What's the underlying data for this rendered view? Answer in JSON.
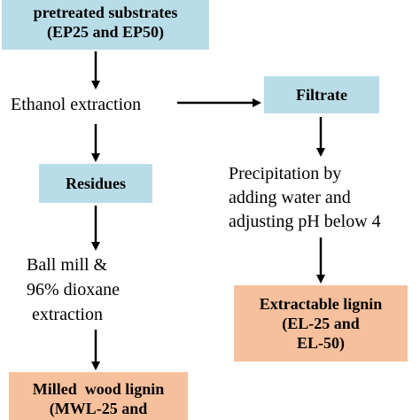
{
  "nodes": {
    "pretreated": {
      "line1": "pretreated substrates",
      "line2": "(EP25 and EP50)"
    },
    "ethanol_extraction": "Ethanol extraction",
    "filtrate": "Filtrate",
    "residues": "Residues",
    "precipitation": {
      "line1": "Precipitation by",
      "line2": "adding water and",
      "line3": "adjusting pH below 4"
    },
    "ball_mill": {
      "line1": "Ball mill &",
      "line2": "96% dioxane",
      "line3": "extraction"
    },
    "extractable_lignin": {
      "line1": "Extractable lignin",
      "line2": "(EL-25 and",
      "line3": "EL-50)"
    },
    "milled_wood_lignin": {
      "line1": "Milled  wood lignin",
      "line2": "(MWL-25 and"
    }
  },
  "colors": {
    "blue_box": "#b9dde8",
    "orange_box": "#f6c09c",
    "arrow": "#000000"
  }
}
